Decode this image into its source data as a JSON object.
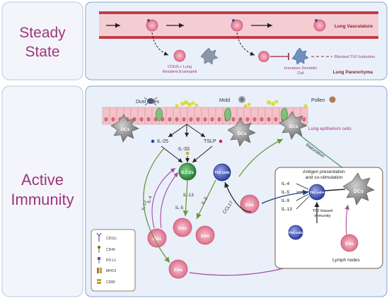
{
  "side_labels": {
    "steady_line1": "Steady",
    "steady_line2": "State",
    "active_line1": "Active",
    "active_line2": "Immunity"
  },
  "steady": {
    "vasculature": "Lung Vasculature",
    "parenchyma": "Lung Parenchyma",
    "resident_eos_line1": "CD62L+ Lung",
    "resident_eos_line2": "Resident Eosinophil",
    "immature_dc_line1": "Immature Dendritic",
    "immature_dc_line2": "Cell",
    "blocked": "Blocked Th2 Induction"
  },
  "active": {
    "allergens": [
      "Dust mites",
      "Mold",
      "Pollen"
    ],
    "epithelium": "Lung epithelium cells",
    "dcs": "DCs",
    "il25": "IL-25",
    "il33": "IL-33",
    "tslp": "TSLP",
    "ilc2s": "ILC2s",
    "th2": "Th2 cells",
    "eos": "Eos",
    "il13": "IL-13",
    "il4": "IL-4",
    "il5": "IL-5",
    "ccl17": "CCL17",
    "maturation": "Maturation",
    "antigen_line1": "Antigen presentation",
    "antigen_line2": "and co-stimulation",
    "cytokines": [
      "IL-4",
      "IL-5",
      "IL-9",
      "IL-13"
    ],
    "biased_line1": "Th2 biased",
    "biased_line2": "immunity",
    "th0": "Th0 cells",
    "lymph": "Lymph nodes"
  },
  "legend": [
    "CD11c",
    "CD40",
    "PD-L1",
    "MHCII",
    "CD80"
  ],
  "colors": {
    "steady_bg": "#e8f0fb",
    "panel_border": "#8aa4c8",
    "vessel": "#c43b45",
    "eos": "#e98ca3",
    "ilc2": "#2e8b3d",
    "th2": "#3a4fb5",
    "dc": "#7a7a7a",
    "label_pink": "#b2307b"
  }
}
